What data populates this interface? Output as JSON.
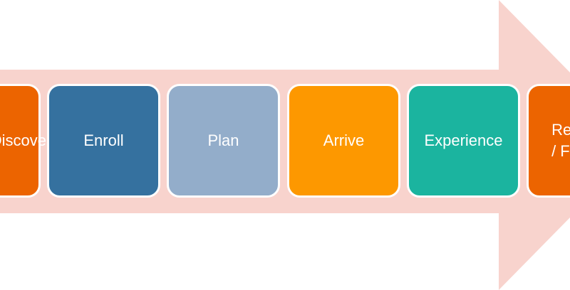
{
  "arrow": {
    "color": "#f8d3cd"
  },
  "steps": [
    {
      "label": "Discover",
      "color": "#ec6400"
    },
    {
      "label": "Enroll",
      "color": "#35719f"
    },
    {
      "label": "Plan",
      "color": "#93adca"
    },
    {
      "label": "Arrive",
      "color": "#fd9800"
    },
    {
      "label": "Experience",
      "color": "#1bb49f"
    },
    {
      "label": "Remember\n/ Feedback",
      "color": "#ec6400"
    }
  ]
}
